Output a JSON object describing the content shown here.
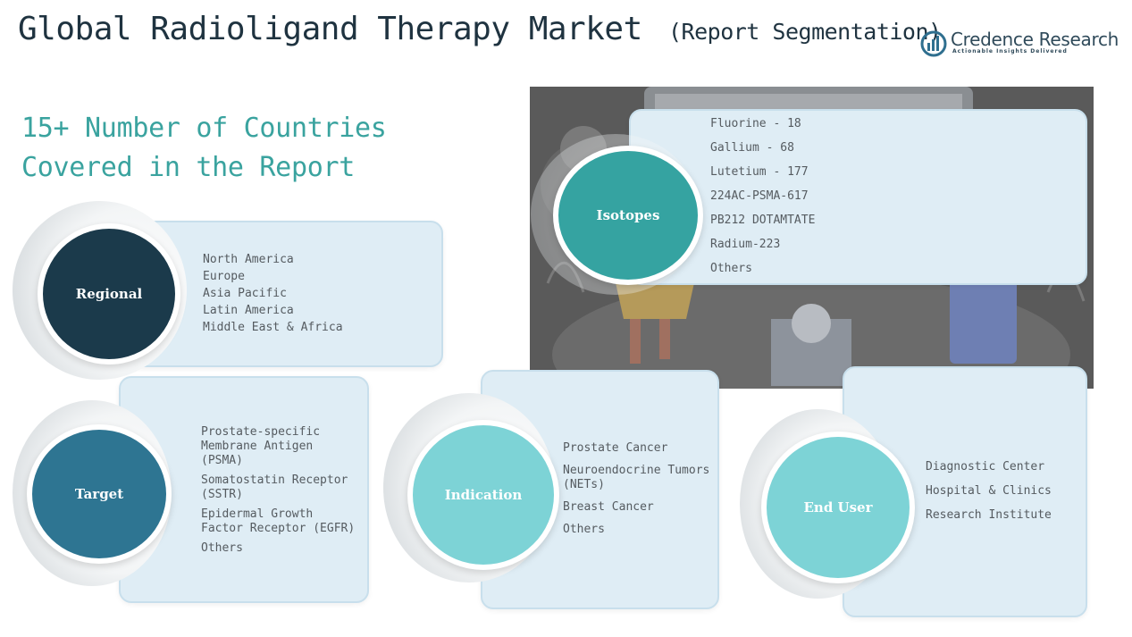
{
  "header": {
    "title": "Global Radioligand Therapy Market",
    "subtitle": "(Report Segmentation)",
    "logo_name": "Credence Research",
    "logo_tagline": "Actionable Insights Delivered"
  },
  "countries_text": "15+ Number of Countries Covered in the Report",
  "colors": {
    "regional": "#1b3a4b",
    "target": "#2e7592",
    "isotopes": "#35a3a1",
    "indication": "#7dd3d6",
    "end_user": "#7dd3d6",
    "accent_text": "#3aa39f"
  },
  "segments": {
    "regional": {
      "label": "Regional",
      "items": [
        "North America",
        "Europe",
        "Asia Pacific",
        "Latin America",
        "Middle East & Africa"
      ]
    },
    "isotopes": {
      "label": "Isotopes",
      "items": [
        "Fluorine - 18",
        "Gallium - 68",
        "Lutetium - 177",
        "224AC-PSMA-617",
        "PB212 DOTAMTATE",
        "Radium-223",
        "Others"
      ]
    },
    "target": {
      "label": "Target",
      "items": [
        "Prostate-specific\nMembrane Antigen\n(PSMA)",
        "Somatostatin Receptor\n(SSTR)",
        "Epidermal Growth\nFactor Receptor (EGFR)",
        "Others"
      ]
    },
    "indication": {
      "label": "Indication",
      "items": [
        "Prostate Cancer",
        "Neuroendocrine Tumors\n(NETs)",
        "Breast Cancer",
        "Others"
      ]
    },
    "end_user": {
      "label": "End User",
      "items": [
        "Diagnostic Center",
        "Hospital & Clinics",
        "Research Institute"
      ]
    }
  }
}
